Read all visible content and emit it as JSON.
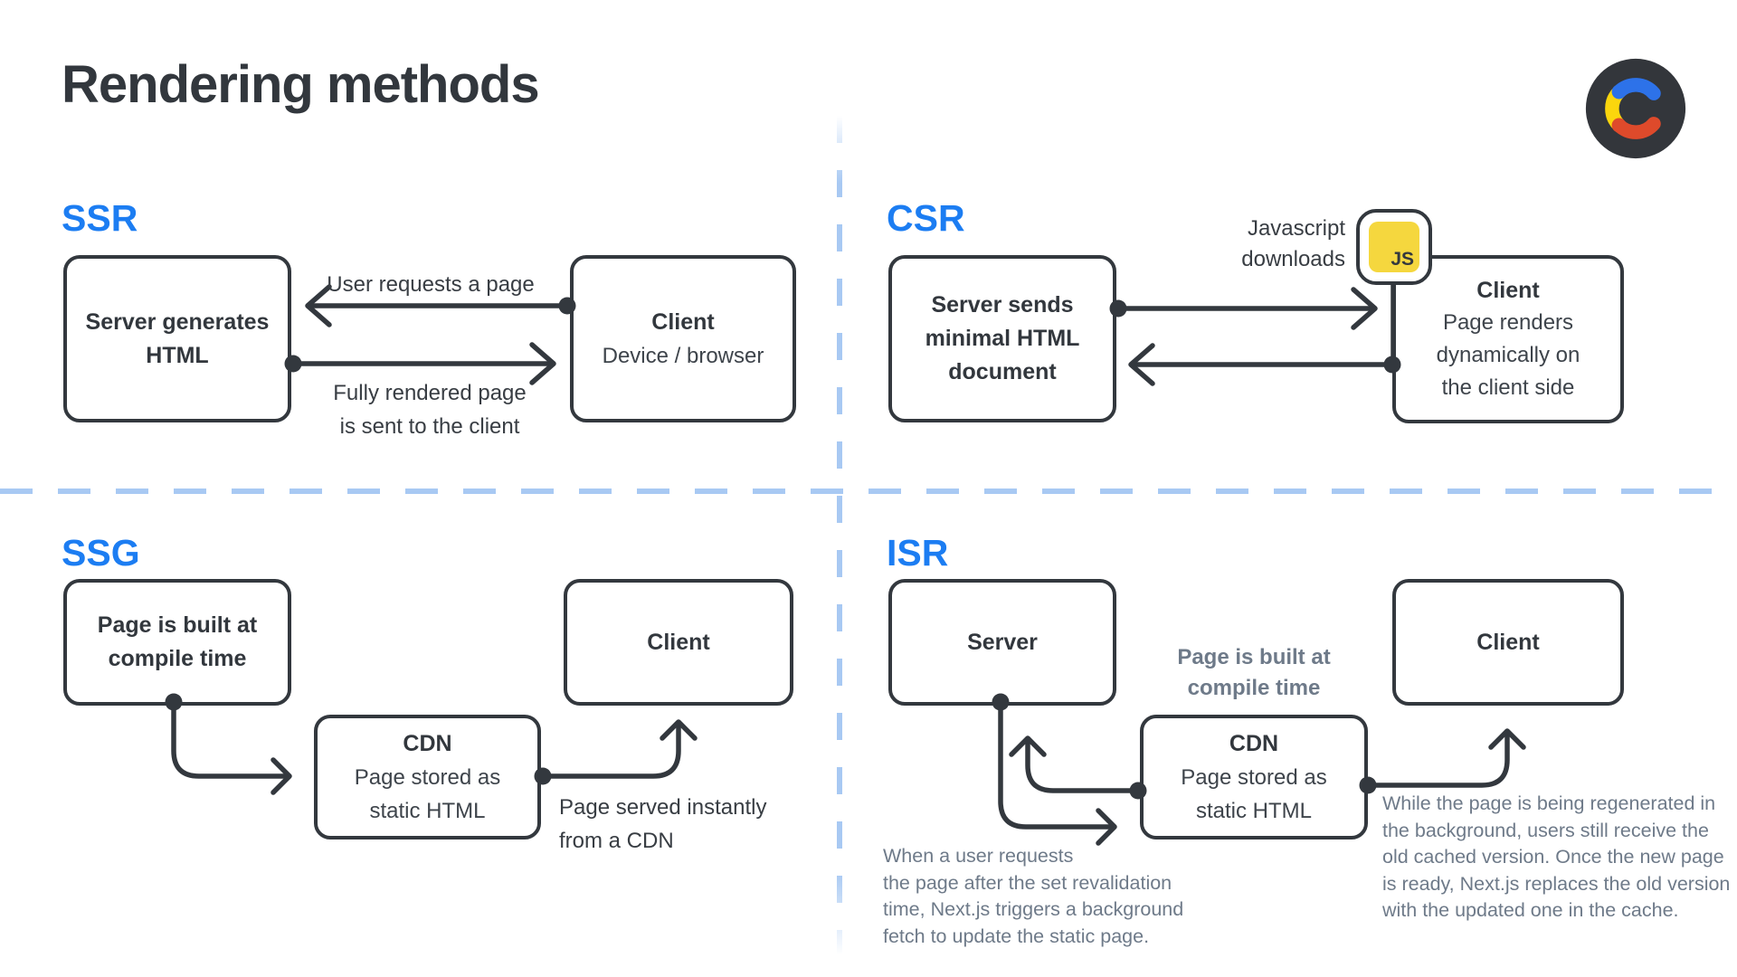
{
  "title": "Rendering methods",
  "colors": {
    "accent_blue": "#1C7DF2",
    "ink": "#33383E",
    "muted_gray_blue": "#6E7A89",
    "divider_blue": "#A8C9F3",
    "js_yellow": "#F5D73E",
    "logo_blue": "#2D72E9",
    "logo_yellow": "#FBD60D",
    "logo_red": "#DE4A2B",
    "logo_bg": "#33363B"
  },
  "ssr": {
    "heading": "SSR",
    "server_line1": "Server generates",
    "server_line2": "HTML",
    "client_title": "Client",
    "client_sub": "Device / browser",
    "arrow_request": "User requests a page",
    "arrow_response_line1": "Fully rendered page",
    "arrow_response_line2": "is sent to the client"
  },
  "csr": {
    "heading": "CSR",
    "server_line1": "Server sends",
    "server_line2": "minimal HTML",
    "server_line3": "document",
    "js_label_line1": "Javascript",
    "js_label_line2": "downloads",
    "js_badge": "JS",
    "client_title": "Client",
    "client_line1": "Page renders",
    "client_line2": "dynamically on",
    "client_line3": "the client side"
  },
  "ssg": {
    "heading": "SSG",
    "build_line1": "Page is built at",
    "build_line2": "compile time",
    "client_title": "Client",
    "cdn_title": "CDN",
    "cdn_line1": "Page stored as",
    "cdn_line2": "static HTML",
    "serve_line1": "Page served instantly",
    "serve_line2": "from a CDN"
  },
  "isr": {
    "heading": "ISR",
    "server_title": "Server",
    "client_title": "Client",
    "cdn_title": "CDN",
    "cdn_line1": "Page stored as",
    "cdn_line2": "static HTML",
    "note_line1": "Page is built at",
    "note_line2": "compile time",
    "left_note_line1": "When a user requests",
    "left_note_line2": "the page after the set revalidation",
    "left_note_line3": "time, Next.js triggers a background",
    "left_note_line4": "fetch to update the static page.",
    "right_note_line1": "While the page is being regenerated in",
    "right_note_line2": "the background, users still receive the",
    "right_note_line3": "old cached version. Once the new page",
    "right_note_line4": "is ready, Next.js replaces the old version",
    "right_note_line5": "with the updated one in the cache."
  }
}
